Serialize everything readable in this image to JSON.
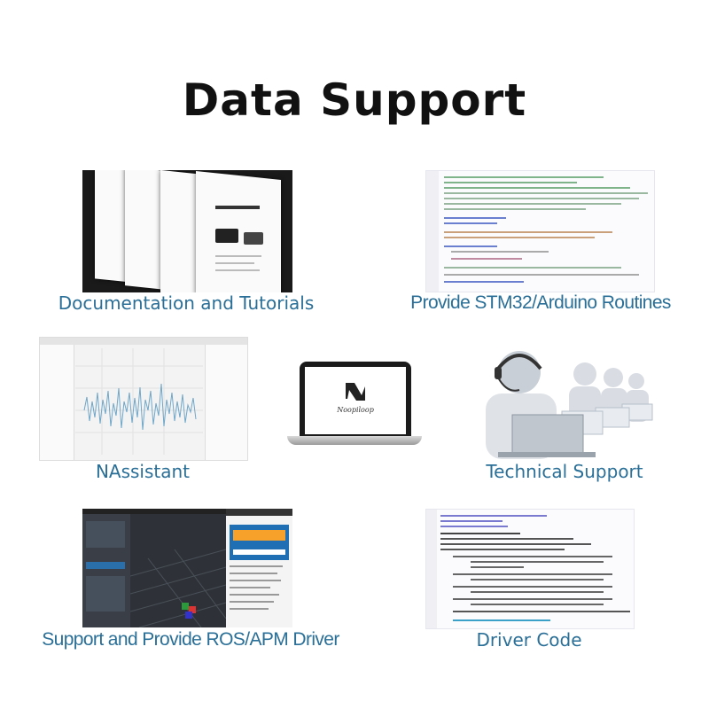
{
  "title": "Data Support",
  "features": {
    "docs": {
      "label": "Documentation and Tutorials",
      "icon": "document-pages-icon"
    },
    "routines": {
      "label": "Provide STM32/Arduino Routines",
      "icon": "code-editor-icon"
    },
    "nassistant": {
      "label": "NAssistant",
      "icon": "waveform-chart-icon"
    },
    "laptop": {
      "brand": "Noopiloop",
      "icon": "laptop-icon"
    },
    "support": {
      "label": "Technical Support",
      "icon": "headset-agents-icon"
    },
    "ros": {
      "label": "Support and Provide ROS/APM Driver",
      "icon": "ardupilot-screen-icon"
    },
    "driver": {
      "label": "Driver Code",
      "icon": "code-editor-icon"
    }
  },
  "colors": {
    "caption": "#2a6f97",
    "title": "#111111"
  }
}
